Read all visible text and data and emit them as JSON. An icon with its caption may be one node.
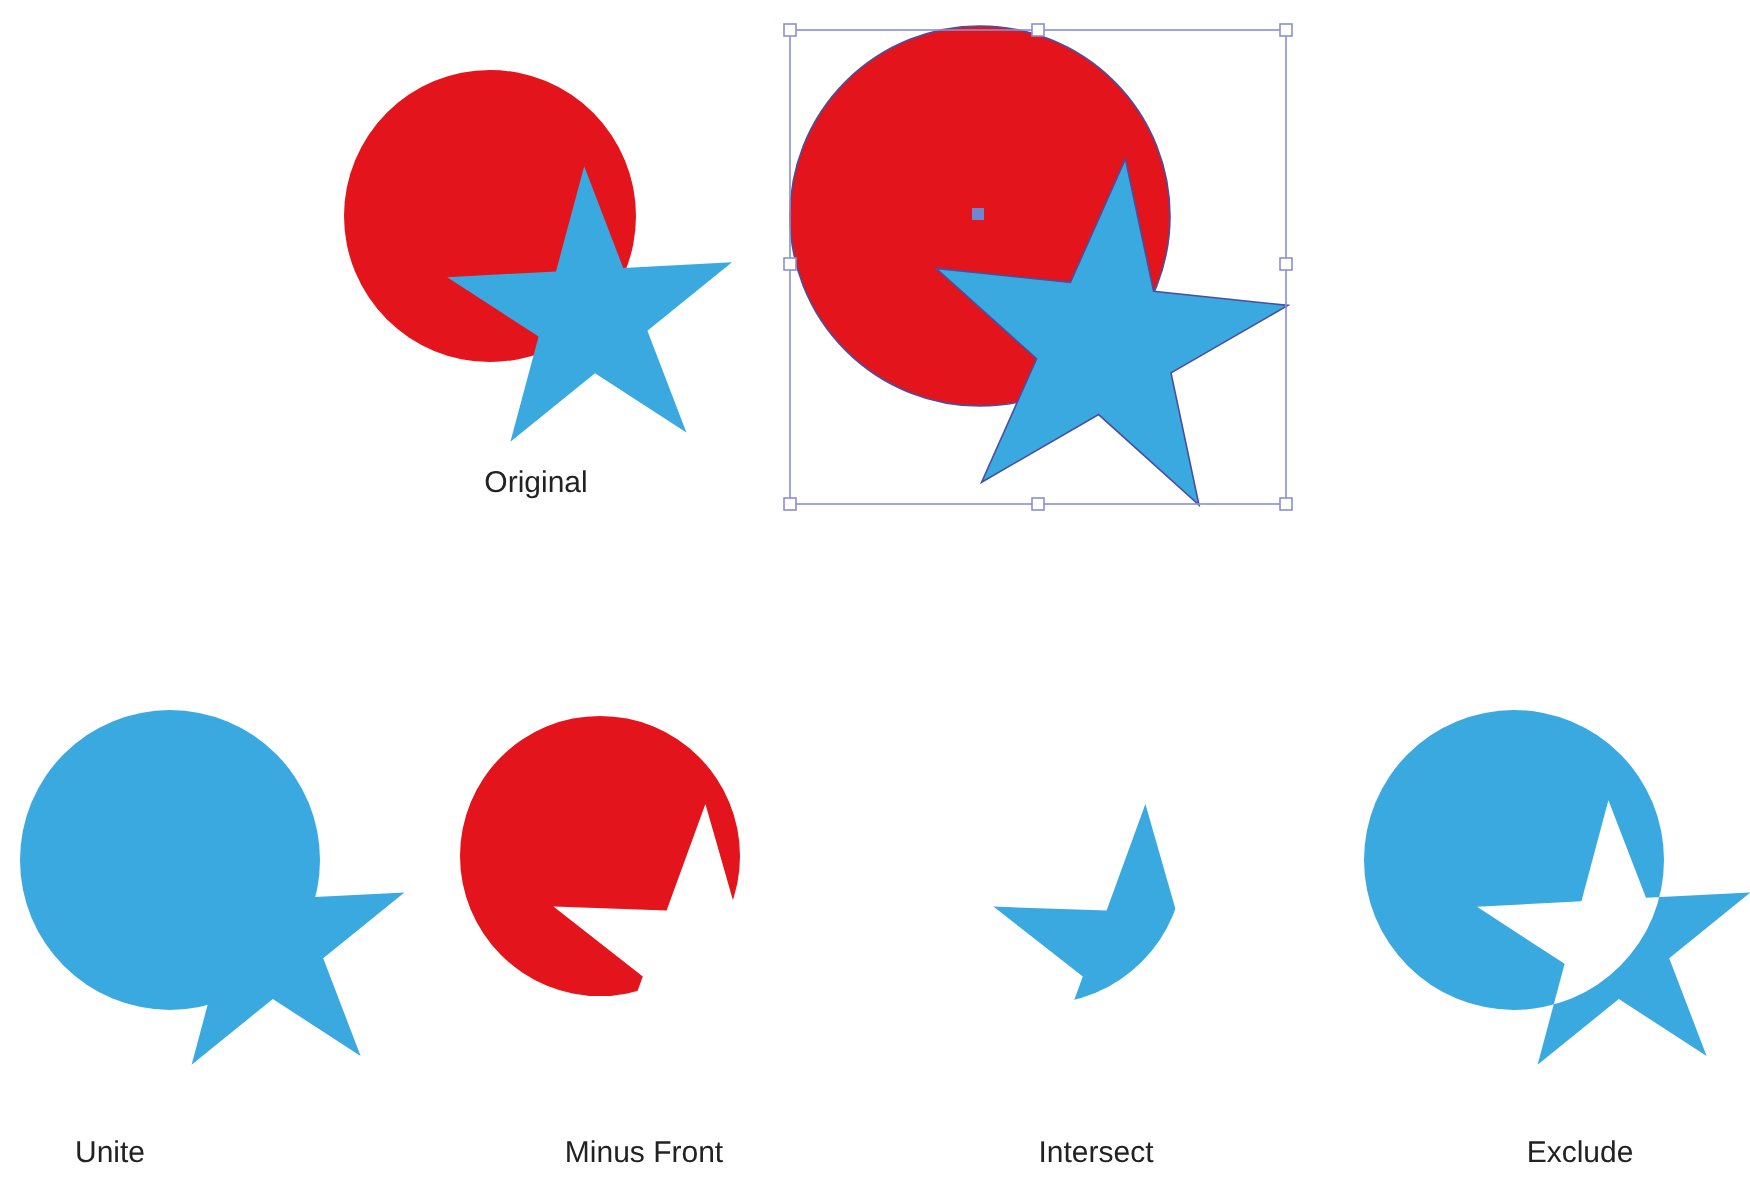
{
  "diagram": {
    "labels": [
      "Original",
      "Unite",
      "Minus Front",
      "Intersect",
      "Exclude"
    ]
  }
}
